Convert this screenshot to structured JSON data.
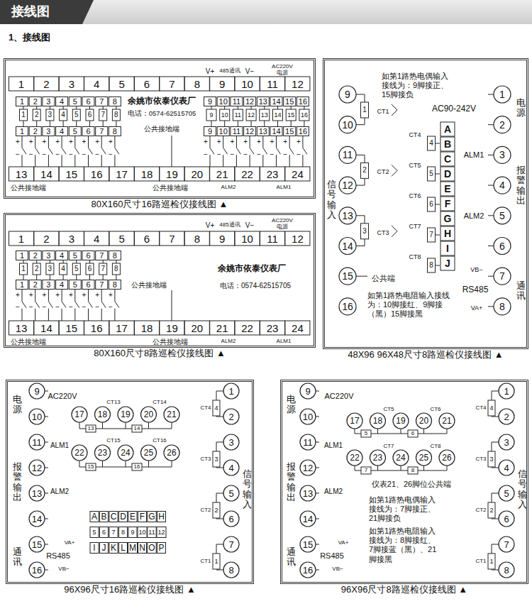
{
  "diagram": {
    "title": "接线图",
    "nodes": [
      {
        "text": [
          "80X160尺寸16路巡检仪接线图 ▲"
        ]
      },
      {
        "text": [
          "80X160尺寸8路巡检仪接线图 ▲"
        ]
      },
      {
        "text": [
          "48X96 96X48尺寸8路巡检仪接线图 ▲"
        ]
      },
      {
        "text": [
          "96X96尺寸16路巡检仪接线图 ▲"
        ]
      },
      {
        "text": [
          "96X96尺寸8路巡检仪接线图 ▲"
        ]
      }
    ],
    "labels": [
      "1、接线图",
      "1",
      "2",
      "3",
      "4",
      "5",
      "6",
      "7",
      "8",
      "9",
      "10",
      "11",
      "12",
      "V+",
      "485通讯",
      "V−",
      "AC220V",
      "电源",
      "1",
      "2",
      "3",
      "4",
      "5",
      "6",
      "7",
      "8",
      "9",
      "10",
      "11",
      "12",
      "13",
      "14",
      "15",
      "16",
      "1",
      "2",
      "3",
      "4",
      "5",
      "6",
      "7",
      "8",
      "9",
      "10",
      "11",
      "12",
      "13",
      "14",
      "15",
      "16",
      "1",
      "2",
      "3",
      "4",
      "5",
      "6",
      "7",
      "8",
      "9",
      "10",
      "11",
      "12",
      "13",
      "14",
      "15",
      "16",
      "余姚市依泰仪表厂",
      "电话：0574-62515705",
      "公共接地端",
      "+",
      "+",
      "+",
      "+",
      "+",
      "+",
      "+",
      "+",
      "+",
      "+",
      "+",
      "+",
      "+",
      "+",
      "+",
      "+",
      "−",
      "−",
      "−",
      "−",
      "−",
      "−",
      "−",
      "−",
      "−",
      "−",
      "−",
      "−",
      "−",
      "−",
      "−",
      "−",
      "13",
      "14",
      "15",
      "16",
      "17",
      "18",
      "19",
      "20",
      "21",
      "22",
      "23",
      "24",
      "公共接地端",
      "公共接地端",
      "ALM2",
      "ALM1",
      "1",
      "2",
      "3",
      "4",
      "5",
      "6",
      "7",
      "8",
      "9",
      "10",
      "11",
      "12",
      "V+",
      "485通讯",
      "V−",
      "AC220V",
      "电源",
      "1",
      "2",
      "3",
      "4",
      "5",
      "6",
      "7",
      "8",
      "1",
      "2",
      "3",
      "4",
      "5",
      "6",
      "7",
      "8",
      "1",
      "2",
      "3",
      "4",
      "5",
      "6",
      "7",
      "8",
      "余姚市依泰仪表厂",
      "电话：0574-62515705",
      "公共接地端",
      "+",
      "+",
      "+",
      "+",
      "+",
      "+",
      "+",
      "+",
      "−",
      "−",
      "−",
      "−",
      "−",
      "−",
      "−",
      "−",
      "13",
      "14",
      "15",
      "16",
      "17",
      "18",
      "19",
      "20",
      "21",
      "22",
      "23",
      "24",
      "公共接地端",
      "公共接地端",
      "ALM2",
      "ALM1",
      "如第1路热电偶输入接线为：9脚接正、15脚接负",
      "9",
      "10",
      "11",
      "12",
      "13",
      "14",
      "15",
      "16",
      "AC90-242V",
      "1",
      "2",
      "3",
      "4",
      "5",
      "6",
      "7",
      "8",
      "电源",
      "A",
      "B",
      "C",
      "D",
      "E",
      "F",
      "G",
      "H",
      "I",
      "J",
      "ALM1",
      "报警输出",
      "ALM2",
      "信号输入",
      "CT1",
      "CT2",
      "CT3",
      "1",
      "2",
      "3",
      "CT4",
      "CT5",
      "CT6",
      "CT7",
      "CT8",
      "4",
      "5",
      "6",
      "7",
      "8",
      "公共端",
      "VB−",
      "RS485",
      "VA+",
      "通讯",
      "如第1路热电阻输入接线为：10脚接红、9脚接（黑）15脚接黑",
      "9",
      "10",
      "11",
      "12",
      "13",
      "14",
      "15",
      "16",
      "电源",
      "AC220V",
      "17",
      "18",
      "19",
      "20",
      "21",
      "CT13",
      "CT14",
      "13",
      "14",
      "22",
      "23",
      "24",
      "25",
      "26",
      "CT15",
      "CT16",
      "15",
      "16",
      "ALM1",
      "报警输出",
      "ALM2",
      "A",
      "B",
      "C",
      "D",
      "E",
      "F",
      "G",
      "H",
      "5",
      "6",
      "7",
      "8",
      "9",
      "10",
      "11",
      "12",
      "I",
      "J",
      "K",
      "L",
      "M",
      "N",
      "O",
      "P",
      "VA+",
      "RS485",
      "VB−",
      "通讯",
      "1",
      "2",
      "3",
      "4",
      "5",
      "6",
      "7",
      "8",
      "CT4",
      "CT3",
      "CT2",
      "CT1",
      "4",
      "3",
      "2",
      "1",
      "信号输入",
      "电源",
      "9",
      "10",
      "11",
      "12",
      "13",
      "14",
      "15",
      "16",
      "AC220V",
      "CT5",
      "CT6",
      "17",
      "18",
      "19",
      "20",
      "21",
      "5",
      "6",
      "ALM1",
      "CT7",
      "CT8",
      "22",
      "23",
      "24",
      "25",
      "26",
      "7",
      "8",
      "仪表21、26脚位公共端",
      "报警输出",
      "ALM2",
      "如第1路热电偶输入接线为：7脚接正、21脚接负",
      "如第1路热电阻输入接线为：8脚接红、7脚接蓝（黑）、21脚接黑",
      "VA+",
      "RS485",
      "VB−",
      "通讯",
      "1",
      "2",
      "3",
      "4",
      "5",
      "6",
      "7",
      "8",
      "CT4",
      "CT3",
      "CT2",
      "CT1",
      "4",
      "3",
      "2",
      "1",
      "信号输入"
    ]
  }
}
